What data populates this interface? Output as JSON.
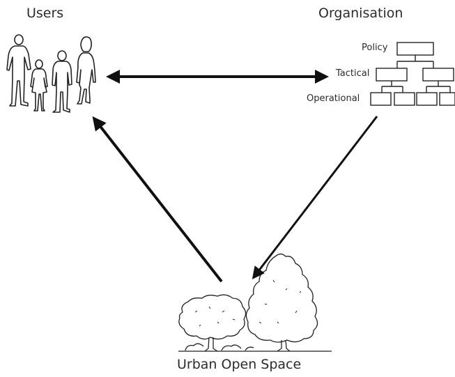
{
  "nodes": {
    "users": {
      "title": "Users",
      "icon": "people-silhouettes-icon"
    },
    "organisation": {
      "title": "Organisation",
      "icon": "org-chart-icon",
      "levels": [
        "Policy",
        "Tactical",
        "Operational"
      ]
    },
    "urban_open_space": {
      "title": "Urban Open Space",
      "icon": "trees-icon"
    }
  },
  "edges": [
    {
      "from": "users",
      "to": "organisation",
      "direction": "both"
    },
    {
      "from": "organisation",
      "to": "urban_open_space",
      "direction": "forward"
    },
    {
      "from": "urban_open_space",
      "to": "users",
      "direction": "forward"
    }
  ],
  "colors": {
    "line": "#111111",
    "text": "#2b2b2b",
    "background": "#ffffff"
  }
}
